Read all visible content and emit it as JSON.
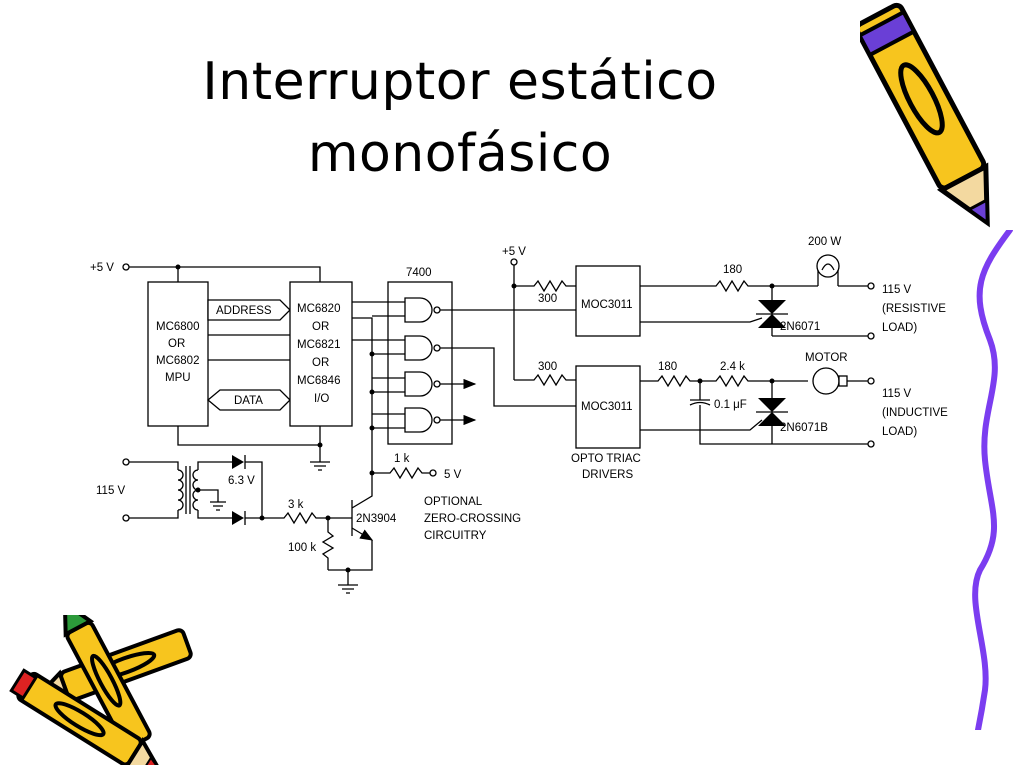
{
  "slide": {
    "title_line1": "Interruptor estático",
    "title_line2": "monofásico"
  },
  "diagram": {
    "supply_5v_left": "+5 V",
    "supply_5v_top": "+5 V",
    "mpu": [
      "MC6800",
      "OR",
      "MC6802",
      "MPU"
    ],
    "address": "ADDRESS",
    "data": "DATA",
    "pia": [
      "MC6820",
      "OR",
      "MC6821",
      "OR",
      "MC6846",
      "I/O"
    ],
    "gate_chip": "7400",
    "r300_top": "300",
    "r300_bottom": "300",
    "moc_top": "MOC3011",
    "moc_bottom": "MOC3011",
    "opto_drivers": [
      "OPTO TRIAC",
      "DRIVERS"
    ],
    "r180_top": "180",
    "r180_bottom": "180",
    "r2k4": "2.4 k",
    "cap": "0.1 μF",
    "lamp": "200 W",
    "motor": "MOTOR",
    "triac_top": "2N6071",
    "triac_bottom": "2N6071B",
    "load_resistive": [
      "115 V",
      "(RESISTIVE",
      "LOAD)"
    ],
    "load_inductive": [
      "115 V",
      "(INDUCTIVE",
      "LOAD)"
    ],
    "r1k": "1 k",
    "v5_out": "5 V",
    "mains_in": "115 V",
    "v63": "6.3 V",
    "r3k": "3 k",
    "r100k": "100 k",
    "transistor": "2N3904",
    "optional": [
      "OPTIONAL",
      "ZERO-CROSSING",
      "CIRCUITRY"
    ]
  }
}
